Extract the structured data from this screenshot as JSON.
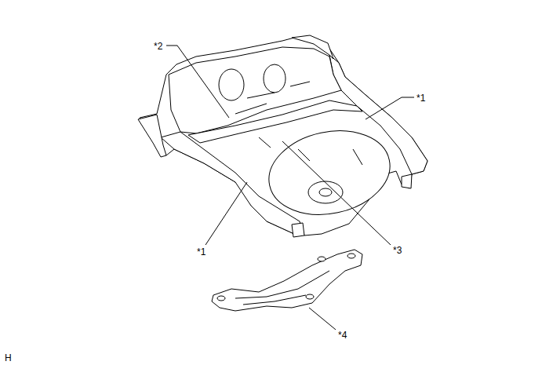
{
  "diagram": {
    "labels": [
      "*2",
      "*1",
      "*1",
      "*3",
      "*4",
      "H"
    ]
  }
}
